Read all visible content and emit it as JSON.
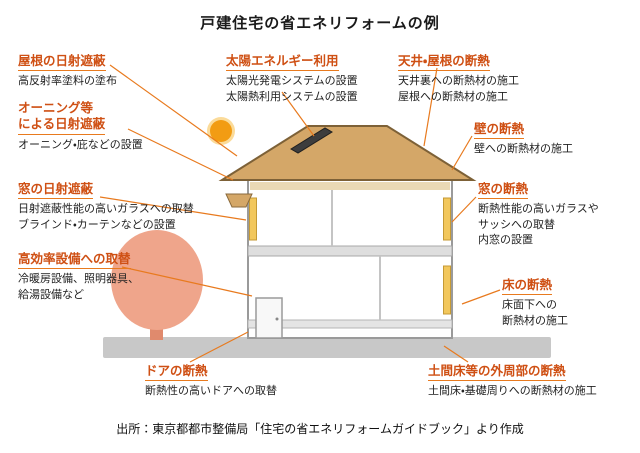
{
  "title": "戸建住宅の省エネリフォームの例",
  "source": "出所：東京都都市整備局「住宅の省エネリフォームガイドブック」より作成",
  "colors": {
    "heading_accent": "#cf5014",
    "leader_line": "#e87a1e",
    "roof": "#d4a768",
    "sun": "#f29c13",
    "tree": "#efa58b",
    "ground": "#c8c8c8",
    "insulation": "#f2c75c",
    "solar_panel": "#3d3d3d"
  },
  "callouts": [
    {
      "id": "roof-shading",
      "heading": "屋根の日射遮蔽",
      "desc": "高反射率塗料の塗布"
    },
    {
      "id": "awning-shading",
      "heading": "オーニング等\nによる日射遮蔽",
      "desc": "オーニング・庇などの設置"
    },
    {
      "id": "window-shading",
      "heading": "窓の日射遮蔽",
      "desc": "日射遮蔽性能の高いガラスへの取替\nブラインド・カーテンなどの設置"
    },
    {
      "id": "equipment-upgrade",
      "heading": "高効率設備への取替",
      "desc": "冷暖房設備、照明器具、\n給湯設備など"
    },
    {
      "id": "solar-energy",
      "heading": "太陽エネルギー利用",
      "desc": "太陽光発電システムの設置\n太陽熱利用システムの設置"
    },
    {
      "id": "ceiling-roof-insulation",
      "heading": "天井・屋根の断熱",
      "desc": "天井裏への断熱材の施工\n屋根への断熱材の施工"
    },
    {
      "id": "wall-insulation",
      "heading": "壁の断熱",
      "desc": "壁への断熱材の施工"
    },
    {
      "id": "window-insulation",
      "heading": "窓の断熱",
      "desc": "断熱性能の高いガラスや\nサッシへの取替\n内窓の設置"
    },
    {
      "id": "floor-insulation",
      "heading": "床の断熱",
      "desc": "床面下への\n断熱材の施工"
    },
    {
      "id": "door-insulation",
      "heading": "ドアの断熱",
      "desc": "断熱性の高いドアへの取替"
    },
    {
      "id": "perimeter-insulation",
      "heading": "土間床等の外周部の断熱",
      "desc": "土間床・基礎周りへの断熱材の施工"
    }
  ]
}
